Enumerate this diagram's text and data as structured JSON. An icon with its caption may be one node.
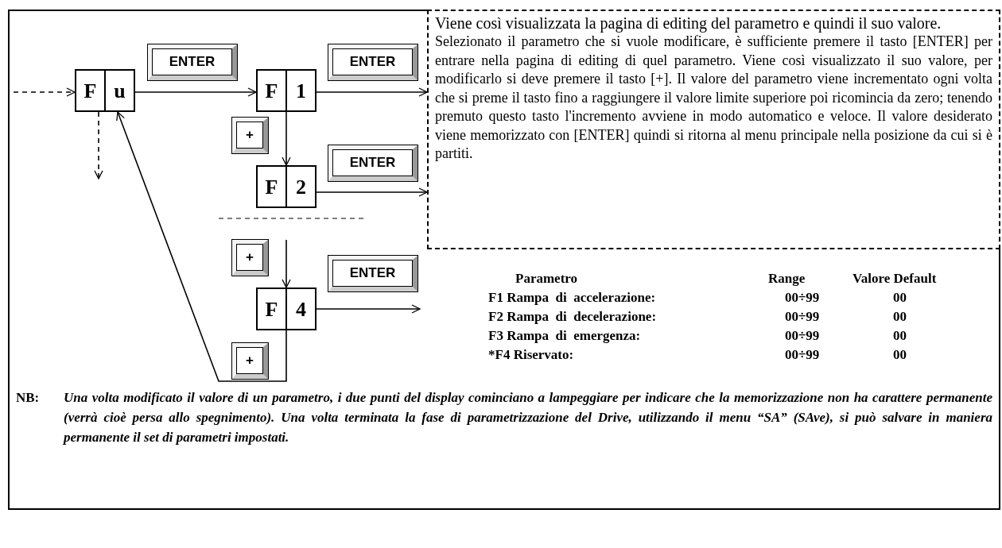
{
  "diagram": {
    "nodes": [
      {
        "text": [
          "F",
          "u"
        ]
      },
      {
        "text": [
          "F",
          "1"
        ]
      },
      {
        "text": [
          "F",
          "2"
        ]
      },
      {
        "text": [
          "F",
          "4"
        ]
      },
      {
        "text": [
          "Viene così  visualizzata la pagina di editing del parametro e quindi  il suo valore.",
          "Selezionato il parametro che si vuole modificare, è sufficiente premere il tasto [ENTER] per entrare nella pagina di editing di quel parametro. Viene così visualizzato il suo valore, per modificarlo si deve premere il tasto [+]. Il valore del parametro viene incrementato ogni volta che si preme il tasto fino a raggiungere il valore limite superiore poi ricomincia da zero; tenendo premuto questo tasto l'incremento avviene in modo automatico e veloce. Il valore desiderato viene memorizzato con [ENTER] quindi si ritorna al menu principale nella posizione da cui si è partiti."
        ]
      }
    ],
    "edges": [
      {
        "from": null,
        "to": 0,
        "arrow": "to",
        "style": "dashed"
      },
      {
        "from": 0,
        "to": 1,
        "arrow": "to",
        "label": "ENTER"
      },
      {
        "from": 0,
        "to": null,
        "arrow": "to",
        "style": "dashed"
      },
      {
        "from": 1,
        "to": 4,
        "arrow": "to",
        "label": "ENTER"
      },
      {
        "from": 1,
        "to": 2,
        "arrow": "to",
        "label": "+"
      },
      {
        "from": 2,
        "to": 4,
        "arrow": "to",
        "label": "ENTER"
      },
      {
        "from": null,
        "to": 3,
        "arrow": "to",
        "label": "+"
      },
      {
        "from": 3,
        "to": null,
        "arrow": "to",
        "label": "ENTER"
      },
      {
        "from": 3,
        "to": 0,
        "arrow": "to",
        "label": "+"
      }
    ],
    "labels": [
      "Parametro",
      "Range",
      "Valore Default",
      "F1 Rampa  di  accelerazione:",
      "00÷99",
      "00",
      "F2 Rampa  di  decelerazione:",
      "00÷99",
      "00",
      "F3 Rampa  di  emergenza:",
      "00÷99",
      "00",
      "*F4 Riservato:",
      "00÷99",
      "00",
      "NB:",
      "Una volta modificato il valore di un parametro, i due punti del display cominciano a lampeggiare  per indicare che la memorizzazione non ha carattere permanente (verrà cioè persa allo spegnimento). Una volta terminata la fase di parametrizzazione del Drive, utilizzando il menu “SA” (SAve), si può salvare in maniera permanente il set di parametri impostati."
    ]
  }
}
